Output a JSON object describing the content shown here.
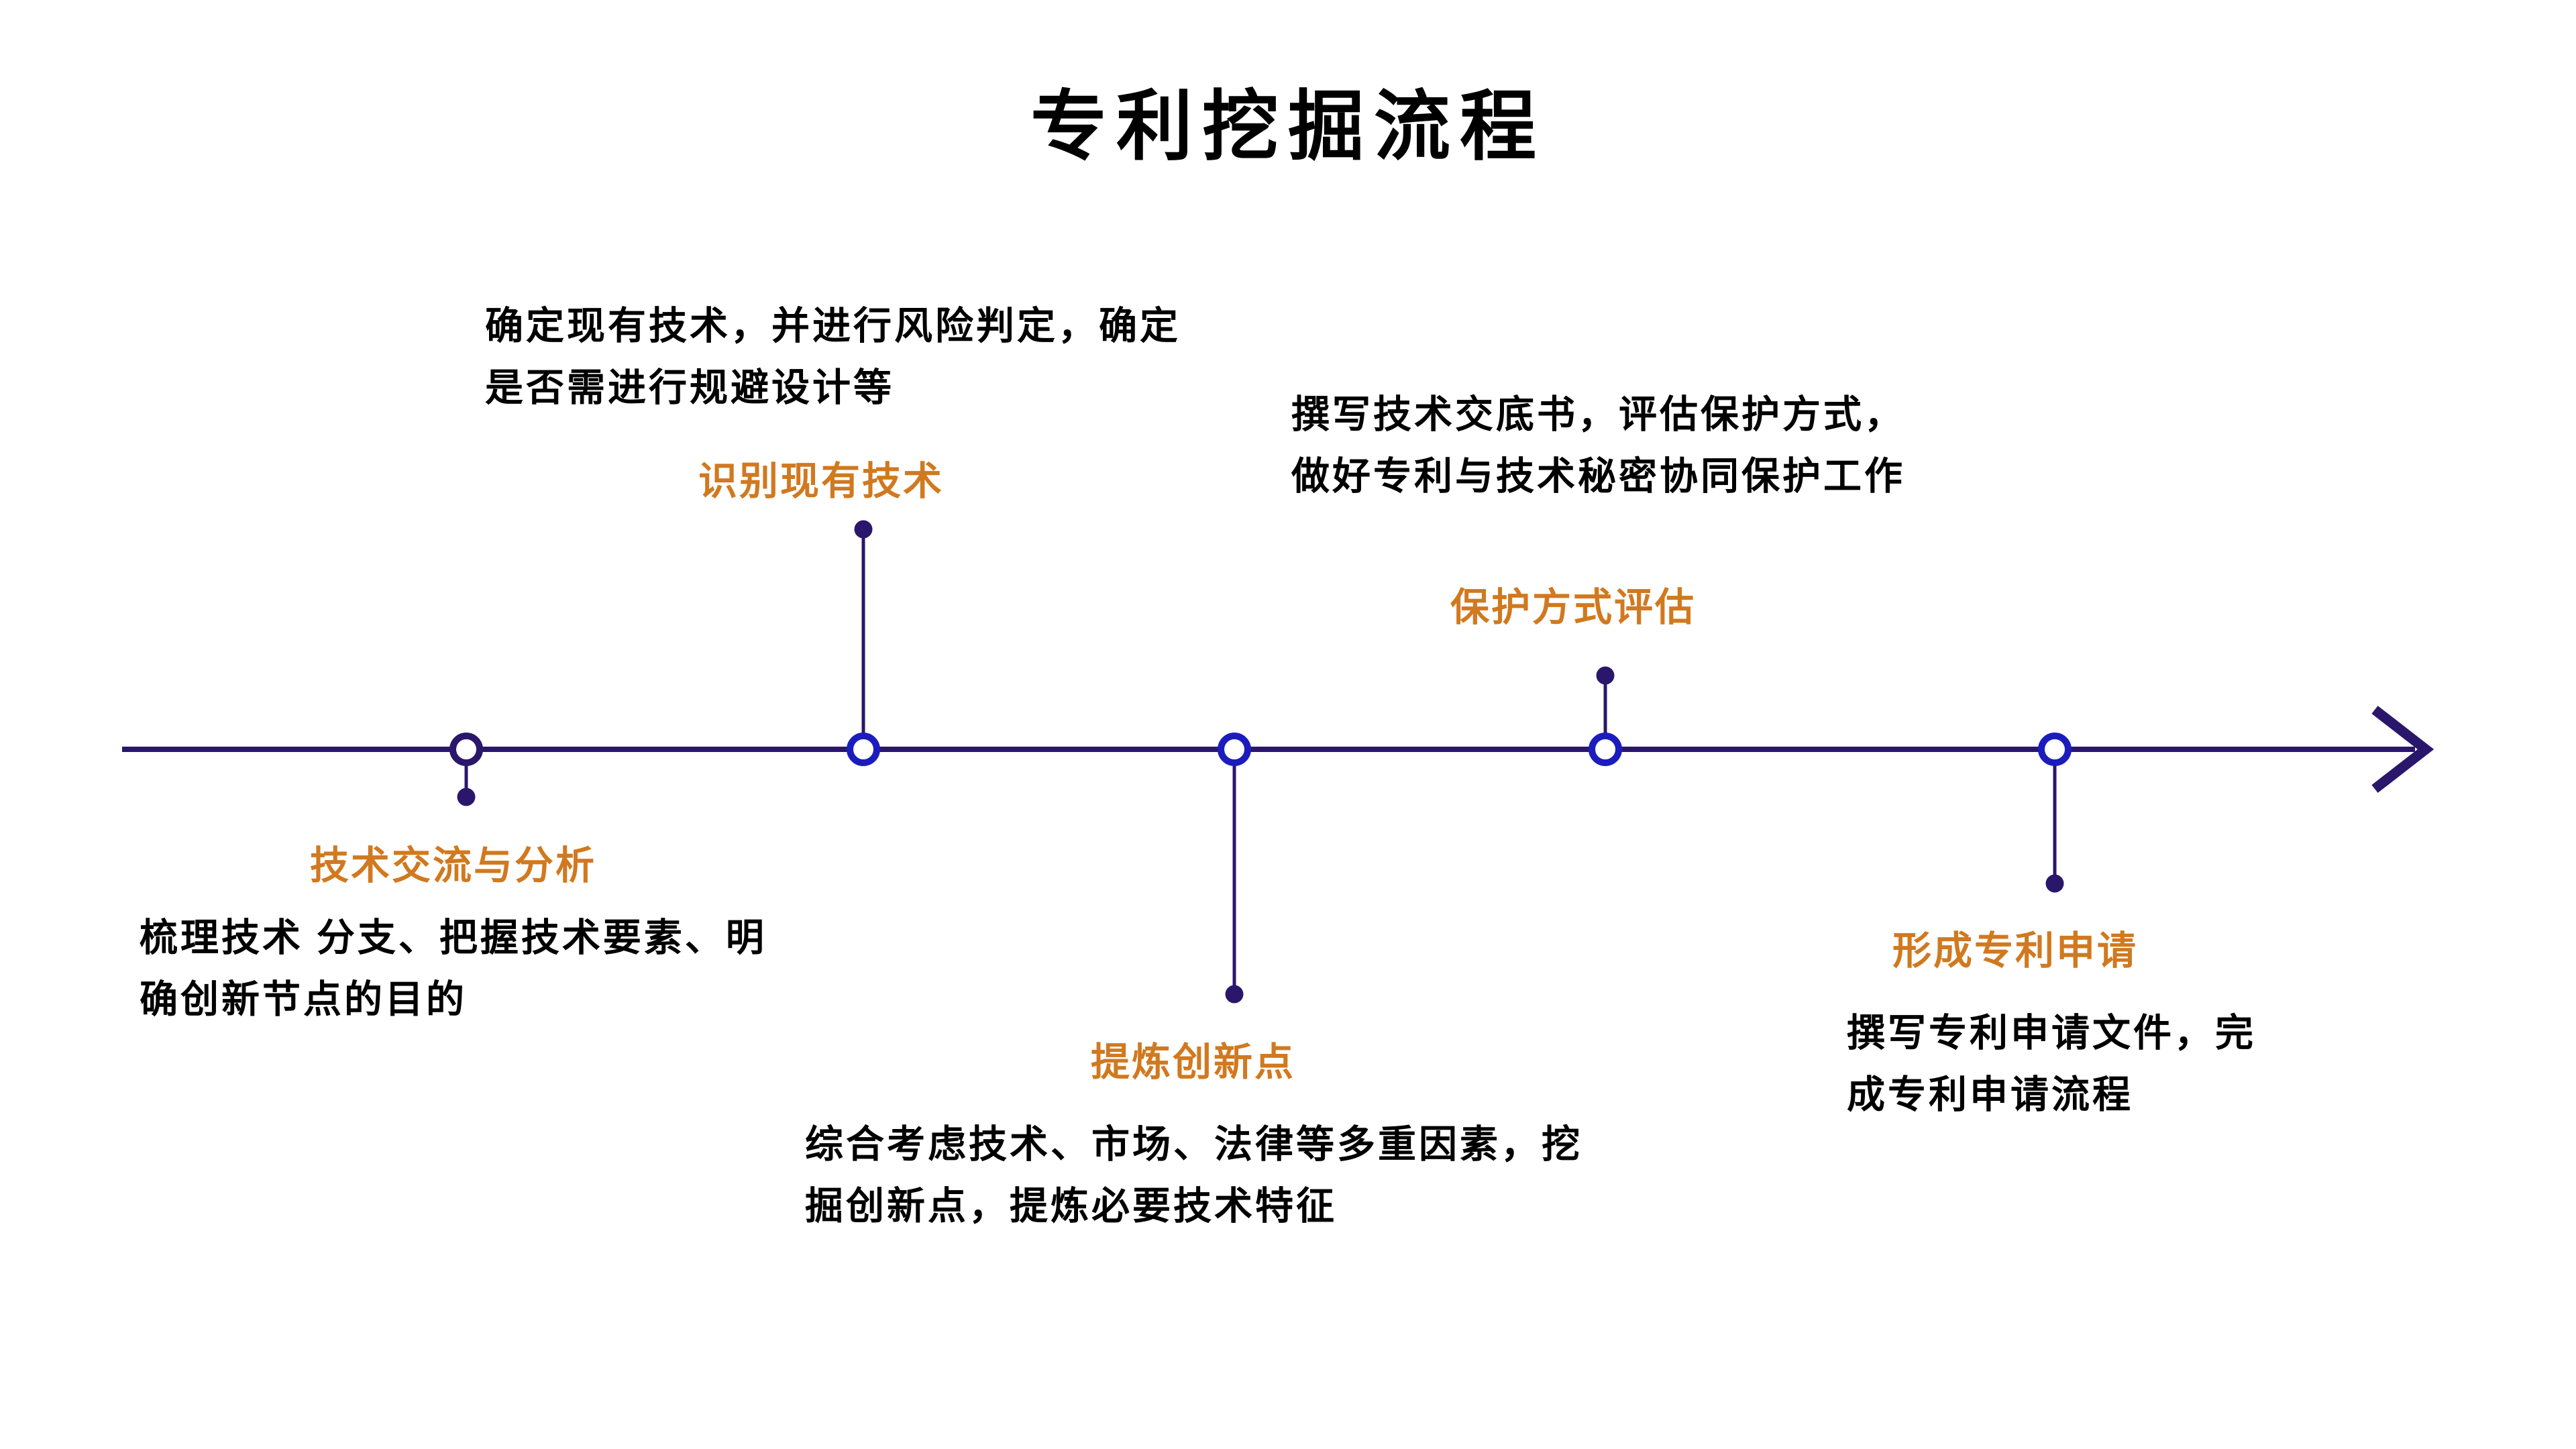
{
  "title": "专利挖掘流程",
  "colors": {
    "timeline": "#2a176b",
    "node_ring": "#1c1cbe",
    "node_ring_first": "#2a176b",
    "node_fill": "#ffffff",
    "connector_dot": "#2a176b",
    "stage_label": "#d1791f",
    "description_text": "#000000",
    "background": "#ffffff"
  },
  "stages": [
    {
      "label": "技术交流与分析",
      "side": "below",
      "description": "梳理技术 分支、把握技术要素、明确创新节点的目的",
      "description_lines": [
        "梳理技术 分支、把握技术要素、明",
        "确创新节点的目的"
      ]
    },
    {
      "label": "识别现有技术",
      "side": "above",
      "description": "确定现有技术，并进行风险判定，确定是否需进行规避设计等",
      "description_lines": [
        "确定现有技术，并进行风险判定，确定",
        "是否需进行规避设计等"
      ]
    },
    {
      "label": "提炼创新点",
      "side": "below",
      "description": "综合考虑技术、市场、法律等多重因素，挖掘创新点，提炼必要技术特征",
      "description_lines": [
        "综合考虑技术、市场、法律等多重因素，挖",
        "掘创新点，提炼必要技术特征"
      ]
    },
    {
      "label": "保护方式评估",
      "side": "above",
      "description": "撰写技术交底书，评估保护方式，做好专利与技术秘密协同保护工作",
      "description_lines": [
        "撰写技术交底书，评估保护方式，",
        "做好专利与技术秘密协同保护工作"
      ]
    },
    {
      "label": "形成专利申请",
      "side": "below",
      "description": "撰写专利申请文件，完成专利申请流程",
      "description_lines": [
        "撰写专利申请文件，完",
        "成专利申请流程"
      ]
    }
  ]
}
